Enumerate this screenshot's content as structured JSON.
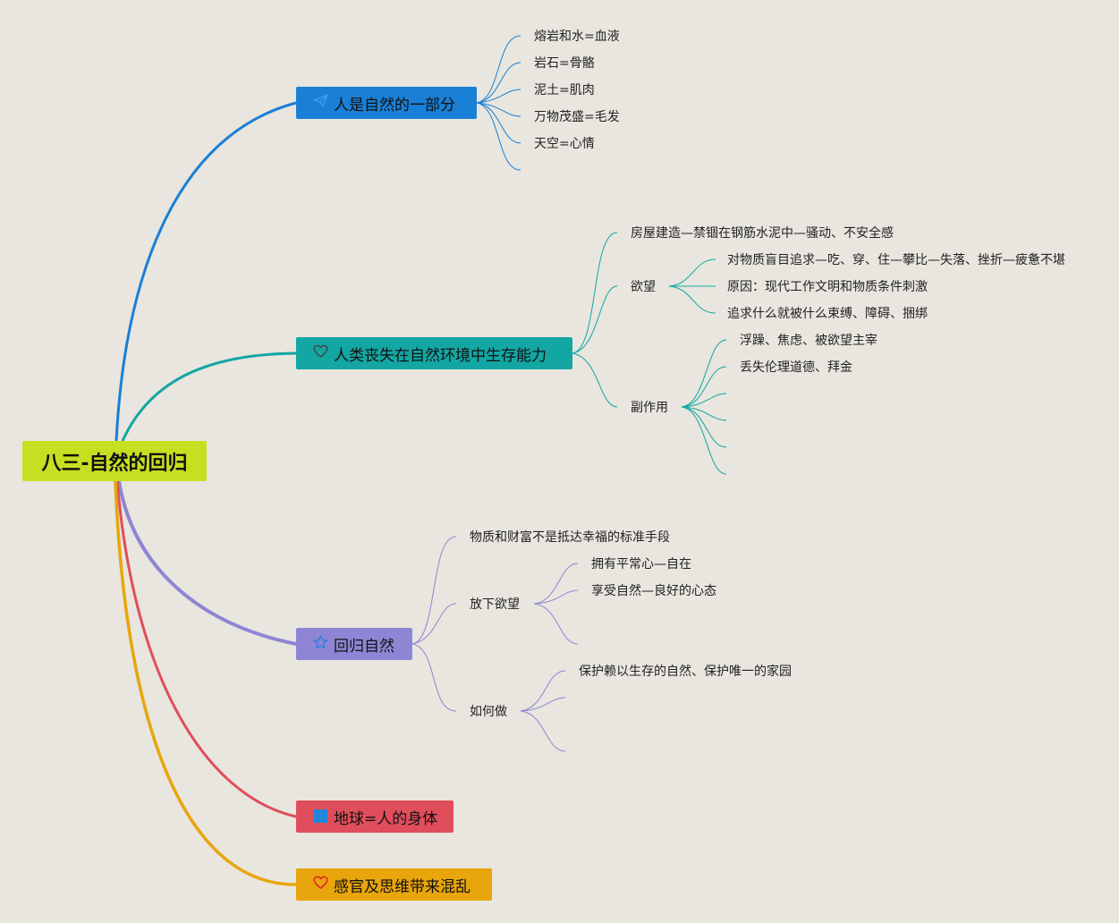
{
  "root": {
    "label": "八三-自然的回归"
  },
  "branches": [
    {
      "label": "人是自然的一部分",
      "icon": "paper-plane-icon",
      "color": "#1a7fd6",
      "children": [
        "熔岩和水=血液",
        "岩石=骨骼",
        "泥土=肌肉",
        "万物茂盛=毛发",
        "天空=心情"
      ]
    },
    {
      "label": "人类丧失在自然环境中生存能力",
      "icon": "heart-outline-icon",
      "color": "#13a6a3",
      "children": [
        {
          "label": "房屋建造—禁锢在钢筋水泥中—骚动、不安全感"
        },
        {
          "label": "欲望",
          "children": [
            "对物质盲目追求—吃、穿、住—攀比—失落、挫折—疲惫不堪",
            "原因：现代工作文明和物质条件刺激",
            "追求什么就被什么束缚、障碍、捆绑"
          ]
        },
        {
          "label": "副作用",
          "children": [
            "浮躁、焦虑、被欲望主宰",
            "丢失伦理道德、拜金",
            "",
            "",
            "",
            ""
          ]
        }
      ]
    },
    {
      "label": "回归自然",
      "icon": "star-outline-icon",
      "color": "#8e86d4",
      "children": [
        {
          "label": "物质和财富不是抵达幸福的标准手段"
        },
        {
          "label": "放下欲望",
          "children": [
            "拥有平常心—自在",
            "享受自然—良好的心态",
            ""
          ]
        },
        {
          "label": "如何做",
          "children": [
            "保护赖以生存的自然、保护唯一的家园",
            "",
            ""
          ]
        }
      ]
    },
    {
      "label": "地球=人的身体",
      "icon": "square-icon",
      "color": "#e04e5c",
      "children": []
    },
    {
      "label": "感官及思维带来混乱",
      "icon": "heart-outline-icon",
      "color": "#e8a50c",
      "children": []
    }
  ]
}
